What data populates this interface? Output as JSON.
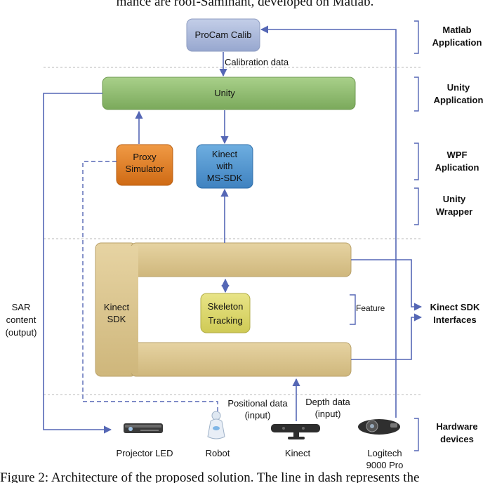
{
  "caption_top": "mance are roof-Saminant, developed on Matlab.",
  "caption_bottom": "Figure 2: Architecture of the proposed solution. The line in dash represents the",
  "boxes": {
    "procam": "ProCam Calib",
    "unity": "Unity",
    "proxy": [
      "Proxy",
      "Simulator"
    ],
    "kinect_ms": [
      "Kinect",
      "with",
      "MS-SDK"
    ],
    "kinect_sdk": [
      "Kinect",
      "SDK"
    ],
    "skeleton": [
      "Skeleton",
      "Tracking"
    ]
  },
  "labels": {
    "calibration": "Calibration data",
    "sar": [
      "SAR",
      "content",
      "(output)"
    ],
    "feature": "Feature",
    "positional": [
      "Positional data",
      "(input)"
    ],
    "depth": [
      "Depth data",
      "(input)"
    ]
  },
  "layers": {
    "matlab": [
      "Matlab",
      "Application"
    ],
    "unity_app": [
      "Unity",
      "Application"
    ],
    "wpf": [
      "WPF",
      "Aplication"
    ],
    "wrapper": [
      "Unity",
      "Wrapper"
    ],
    "kinect_if": [
      "Kinect SDK",
      "Interfaces"
    ],
    "hardware": [
      "Hardware",
      "devices"
    ]
  },
  "devices": {
    "projector": "Projector LED",
    "robot": "Robot",
    "kinect": "Kinect",
    "logitech": [
      "Logitech",
      "9000 Pro"
    ]
  },
  "colors": {
    "arrow": "#5567b5",
    "procam_fill": "#a9b7d8",
    "unity_fill": "#8fbb6e",
    "proxy_fill": "#e07a22",
    "kinect_ms_fill": "#4f93cf",
    "sdk_fill": "#dcc68e",
    "skeleton_fill": "#dcd86a"
  }
}
